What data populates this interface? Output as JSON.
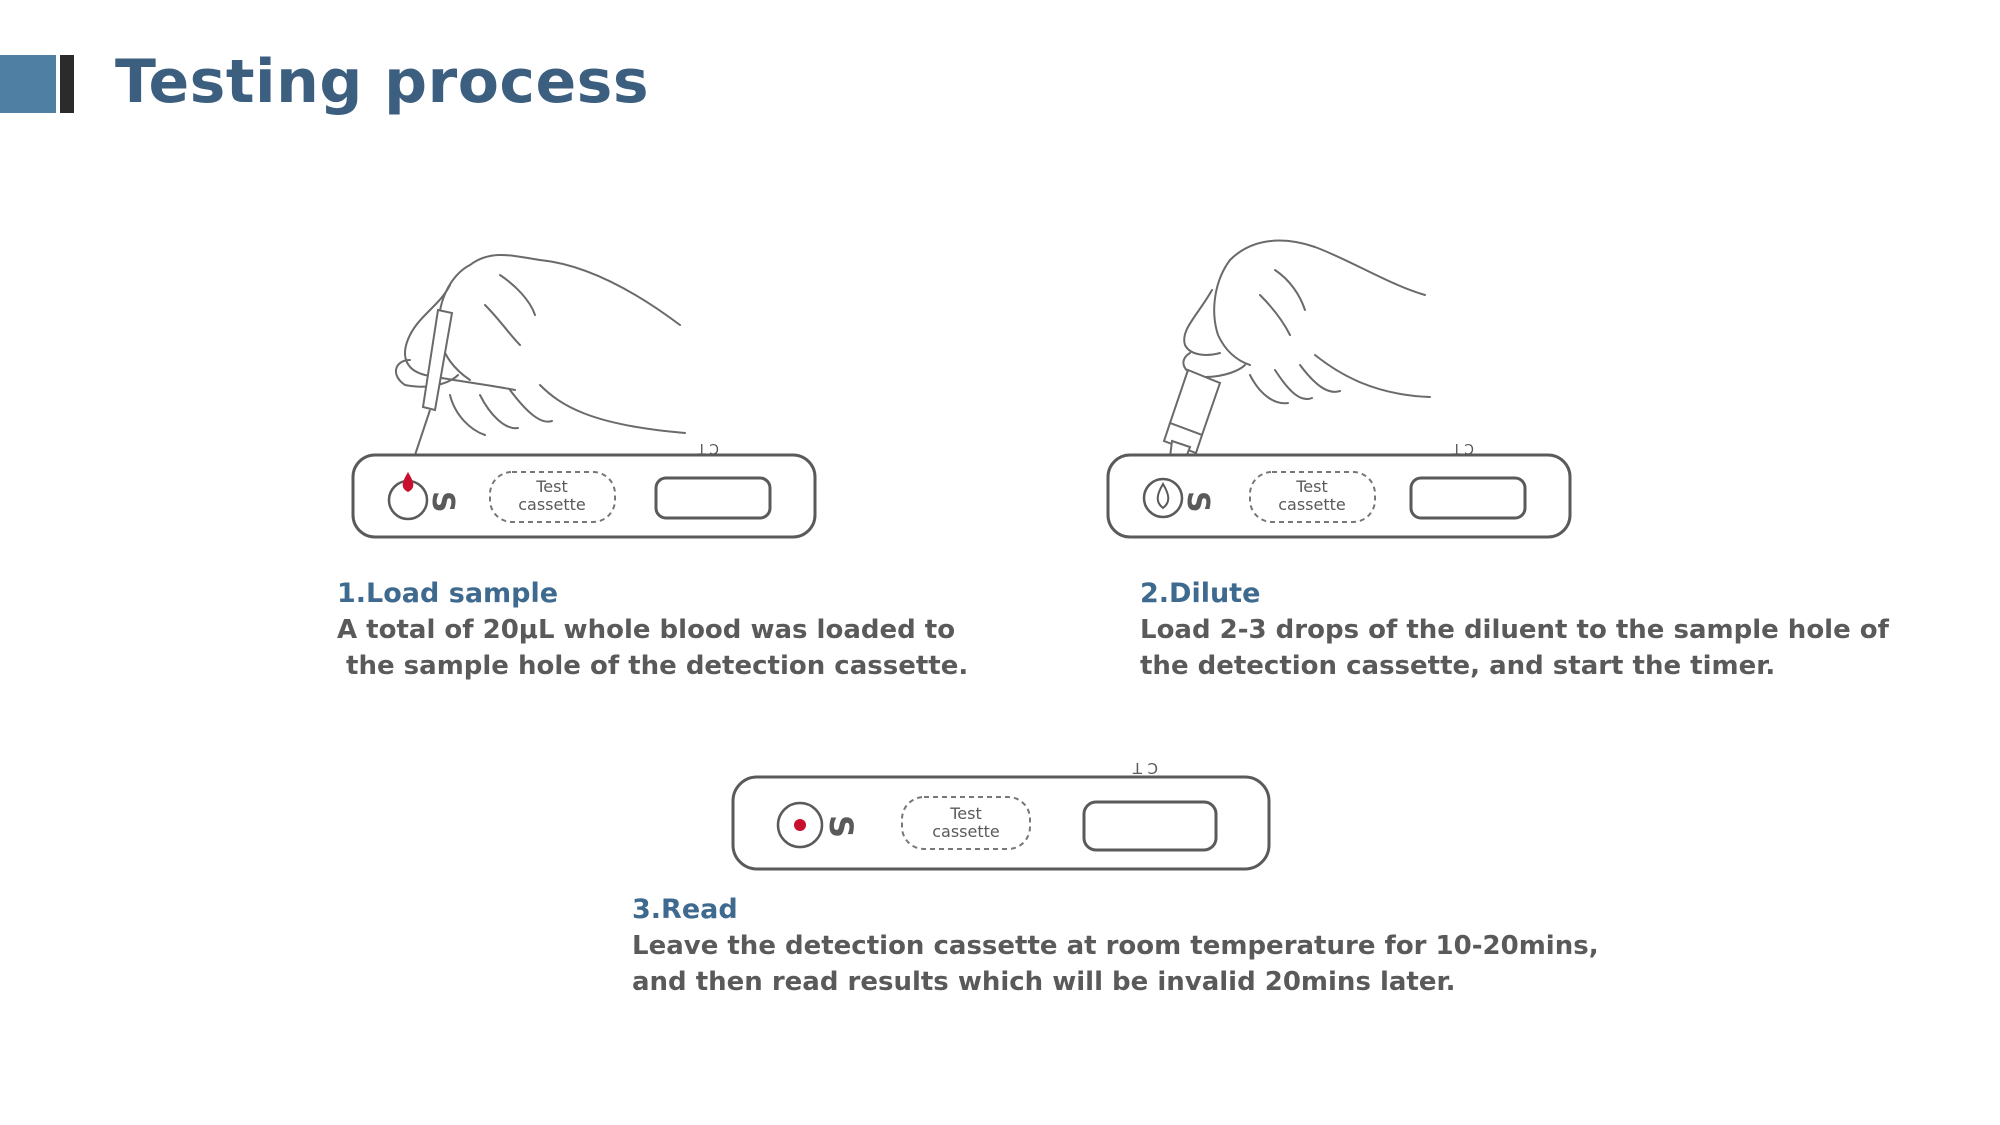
{
  "page": {
    "title": "Testing process"
  },
  "cassette": {
    "label_line1": "Test",
    "label_line2": "cassette",
    "sample_mark": "S",
    "control_mark": "C",
    "test_mark": "T"
  },
  "steps": [
    {
      "title": "1.Load sample",
      "lines": [
        "A total of 20μL whole blood was loaded to",
        " the sample hole of the detection cassette."
      ]
    },
    {
      "title": "2.Dilute",
      "lines": [
        "Load 2-3 drops of the diluent to the sample hole of",
        "the detection cassette, and start the timer."
      ]
    },
    {
      "title": "3.Read",
      "lines": [
        "Leave the detection cassette at room temperature for 10-20mins,",
        "and then read results which will be invalid 20mins later."
      ]
    }
  ],
  "colors": {
    "accent_bar": "#4f7fa3",
    "title": "#3c5f80",
    "step_title": "#3f6a8f",
    "body_text": "#5a5a5a",
    "blood": "#c8102e"
  },
  "icons": [
    "hand-icon",
    "pipette-icon",
    "dropper-bottle-icon",
    "blood-drop-icon",
    "water-drop-icon"
  ]
}
